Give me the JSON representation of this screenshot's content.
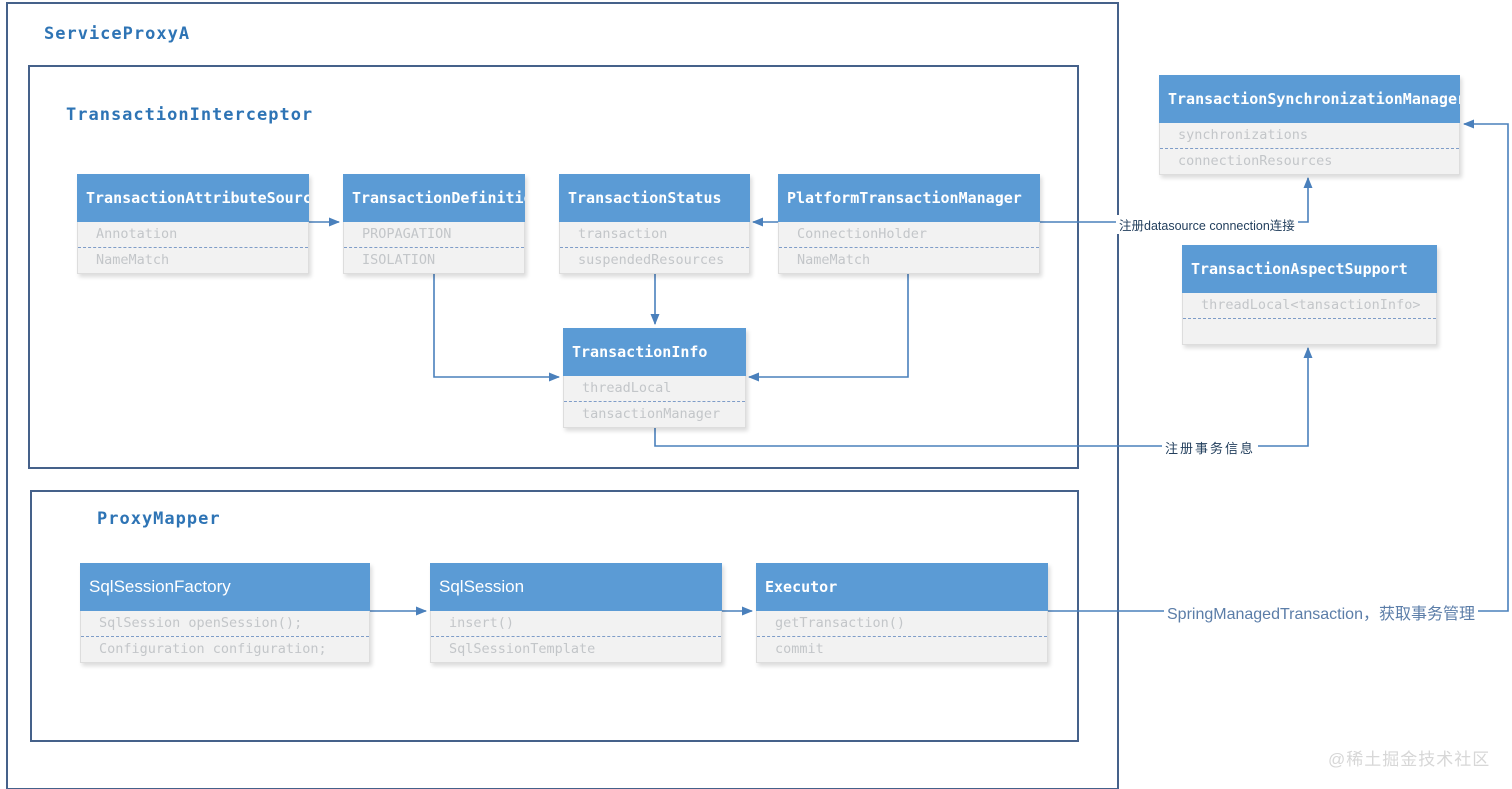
{
  "diagram": {
    "service_proxy_title": "ServiceProxyA",
    "interceptor_title": "TransactionInterceptor",
    "proxy_mapper_title": "ProxyMapper"
  },
  "classes": {
    "transaction_attribute_source": {
      "name": "TransactionAttributeSource",
      "fields": [
        "Annotation",
        "NameMatch"
      ]
    },
    "transaction_definition": {
      "name": "TransactionDefinition",
      "fields": [
        "PROPAGATION",
        "ISOLATION"
      ]
    },
    "transaction_status": {
      "name": "TransactionStatus",
      "fields": [
        "transaction",
        "suspendedResources"
      ]
    },
    "platform_transaction_manager": {
      "name": "PlatformTransactionManager",
      "fields": [
        "ConnectionHolder",
        "NameMatch"
      ]
    },
    "transaction_info": {
      "name": "TransactionInfo",
      "fields": [
        "threadLocal",
        "tansactionManager"
      ]
    },
    "transaction_synchronization_manager": {
      "name": "TransactionSynchronizationManager",
      "fields": [
        "synchronizations",
        "connectionResources"
      ]
    },
    "transaction_aspect_support": {
      "name": "TransactionAspectSupport",
      "fields": [
        "threadLocal<tansactionInfo>"
      ]
    },
    "sql_session_factory": {
      "name": "SqlSessionFactory",
      "fields": [
        "SqlSession openSession();",
        "Configuration configuration;"
      ]
    },
    "sql_session": {
      "name": "SqlSession",
      "fields": [
        "insert()",
        "SqlSessionTemplate"
      ]
    },
    "executor": {
      "name": "Executor",
      "fields": [
        "getTransaction()",
        "commit"
      ]
    }
  },
  "annotations": {
    "register_datasource_connection": "注册datasource connection连接",
    "register_transaction_info": "注册事务信息",
    "spring_managed_transaction": "SpringManagedTransaction，获取事务管理"
  },
  "watermark": "@稀土掘金技术社区",
  "colors": {
    "class_header": "#5b9bd5",
    "class_body": "#f2f2f2",
    "field_text": "#c3c6c9",
    "connector": "#4a80bc",
    "container_border": "#45618a",
    "title_text": "#2e74b5",
    "dashed_divider": "#7f9dc8"
  }
}
